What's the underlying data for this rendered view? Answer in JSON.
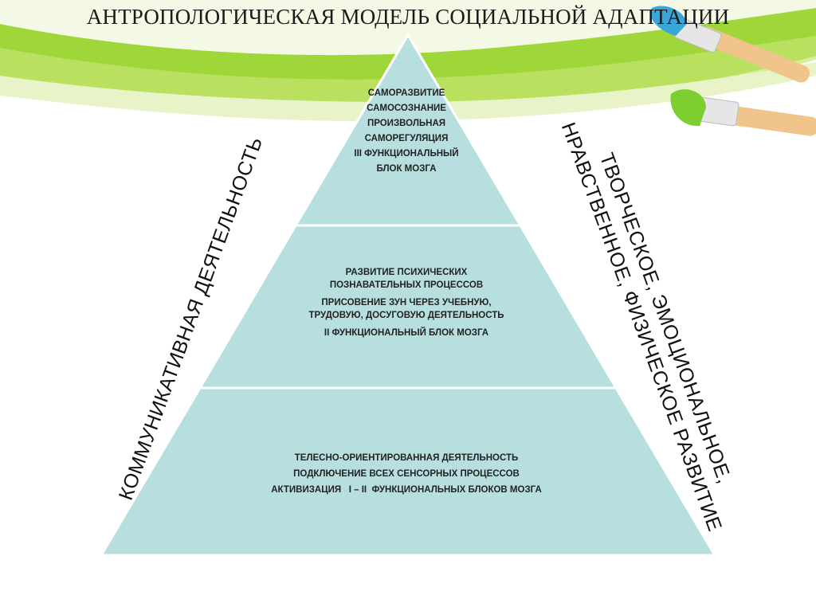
{
  "title": "АНТРОПОЛОГИЧЕСКАЯ МОДЕЛЬ СОЦИАЛЬНОЙ АДАПТАЦИИ",
  "pyramid": {
    "top": {
      "lines": [
        "САМОРАЗВИТИЕ",
        "САМОСОЗНАНИЕ",
        "ПРОИЗВОЛЬНАЯ",
        "САМОРЕГУЛЯЦИЯ",
        "III ФУНКЦИОНАЛЬНЫЙ",
        "БЛОК МОЗГА"
      ]
    },
    "middle": {
      "lines": [
        "РАЗВИТИЕ ПСИХИЧЕСКИХ",
        "ПОЗНАВАТЕЛЬНЫХ ПРОЦЕССОВ",
        "ПРИСОВЕНИЕ ЗУН ЧЕРЕЗ УЧЕБНУЮ,",
        "ТРУДОВУЮ, ДОСУГОВУЮ ДЕЯТЕЛЬНОСТЬ",
        "II ФУНКЦИОНАЛЬНЫЙ БЛОК МОЗГА"
      ]
    },
    "bottom": {
      "lines": [
        "ТЕЛЕСНО-ОРИЕНТИРОВАННАЯ ДЕЯТЕЛЬНОСТЬ",
        "ПОДКЛЮЧЕНИЕ ВСЕХ СЕНСОРНЫХ ПРОЦЕССОВ",
        "АКТИВИЗАЦИЯ   I – II  ФУНКЦИОНАЛЬНЫХ БЛОКОВ МОЗГА"
      ]
    }
  },
  "left_label": "КОММУНИКАТИВНАЯ ДЕЯТЕЛЬНОСТЬ",
  "right_label": {
    "line1": "ТВОРЧЕСКОЕ, ЭМОЦИОНАЛЬНОЕ,",
    "line2": "НРАВСТВЕННОЕ, ФИЗИЧЕСКОЕ РАЗВИТИЕ"
  },
  "colors": {
    "pyramid_fill": "#b8dfe0",
    "pyramid_stroke": "#ffffff",
    "swoosh_green": "#9fd63a",
    "swoosh_light": "#e3f2b8"
  },
  "icons": [
    "paintbrush-blue-icon",
    "paintbrush-green-icon"
  ]
}
